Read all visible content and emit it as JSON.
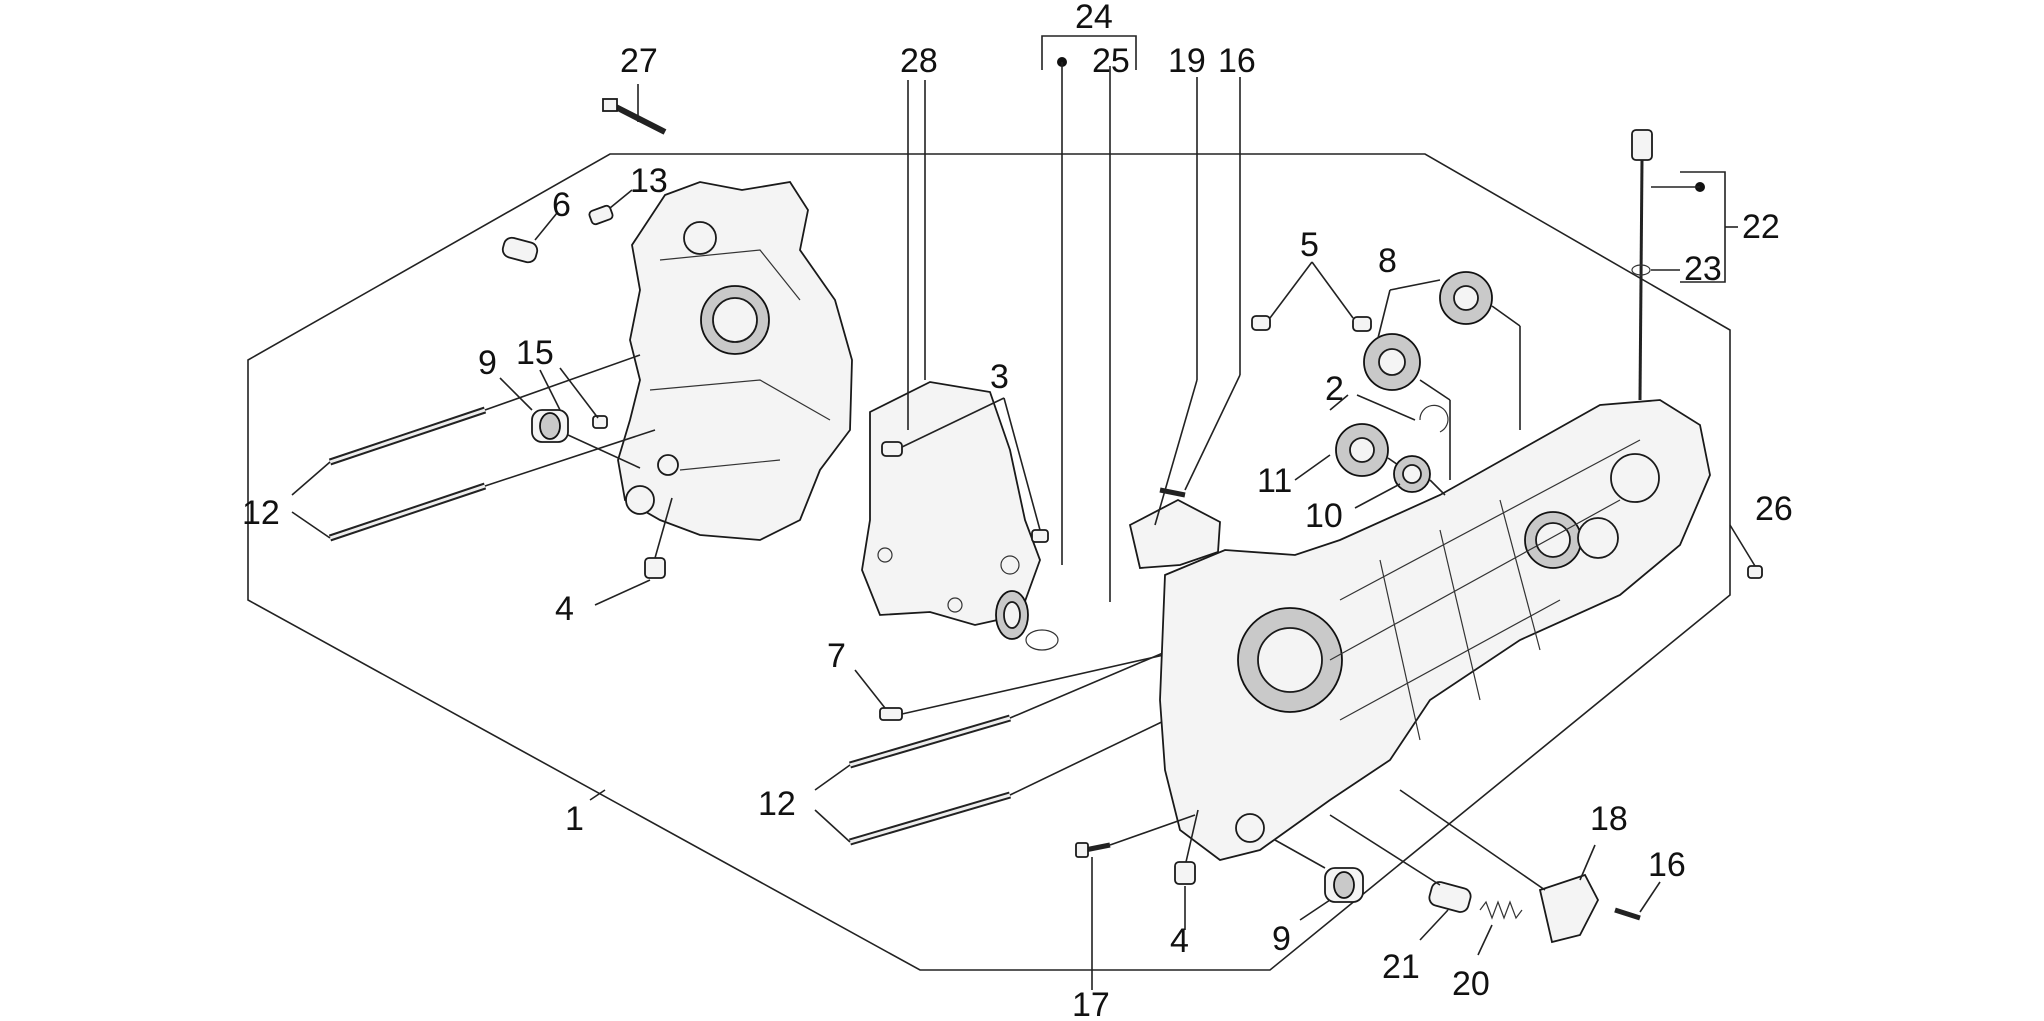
{
  "diagram": {
    "callouts": [
      {
        "key": "c24",
        "text": "24"
      },
      {
        "key": "c27",
        "text": "27"
      },
      {
        "key": "c28",
        "text": "28"
      },
      {
        "key": "c25",
        "text": "25"
      },
      {
        "key": "c19",
        "text": "19"
      },
      {
        "key": "c16a",
        "text": "16"
      },
      {
        "key": "c13",
        "text": "13"
      },
      {
        "key": "c6",
        "text": "6"
      },
      {
        "key": "c22",
        "text": "22"
      },
      {
        "key": "c23",
        "text": "23"
      },
      {
        "key": "c5",
        "text": "5"
      },
      {
        "key": "c8",
        "text": "8"
      },
      {
        "key": "c15",
        "text": "15"
      },
      {
        "key": "c9a",
        "text": "9"
      },
      {
        "key": "c3",
        "text": "3"
      },
      {
        "key": "c2",
        "text": "2"
      },
      {
        "key": "c12a",
        "text": "12"
      },
      {
        "key": "c11",
        "text": "11"
      },
      {
        "key": "c10",
        "text": "10"
      },
      {
        "key": "c26",
        "text": "26"
      },
      {
        "key": "c4a",
        "text": "4"
      },
      {
        "key": "c7",
        "text": "7"
      },
      {
        "key": "c12b",
        "text": "12"
      },
      {
        "key": "c1",
        "text": "1"
      },
      {
        "key": "c18",
        "text": "18"
      },
      {
        "key": "c16b",
        "text": "16"
      },
      {
        "key": "c4b",
        "text": "4"
      },
      {
        "key": "c9b",
        "text": "9"
      },
      {
        "key": "c21",
        "text": "21"
      },
      {
        "key": "c20",
        "text": "20"
      },
      {
        "key": "c17",
        "text": "17"
      }
    ]
  }
}
